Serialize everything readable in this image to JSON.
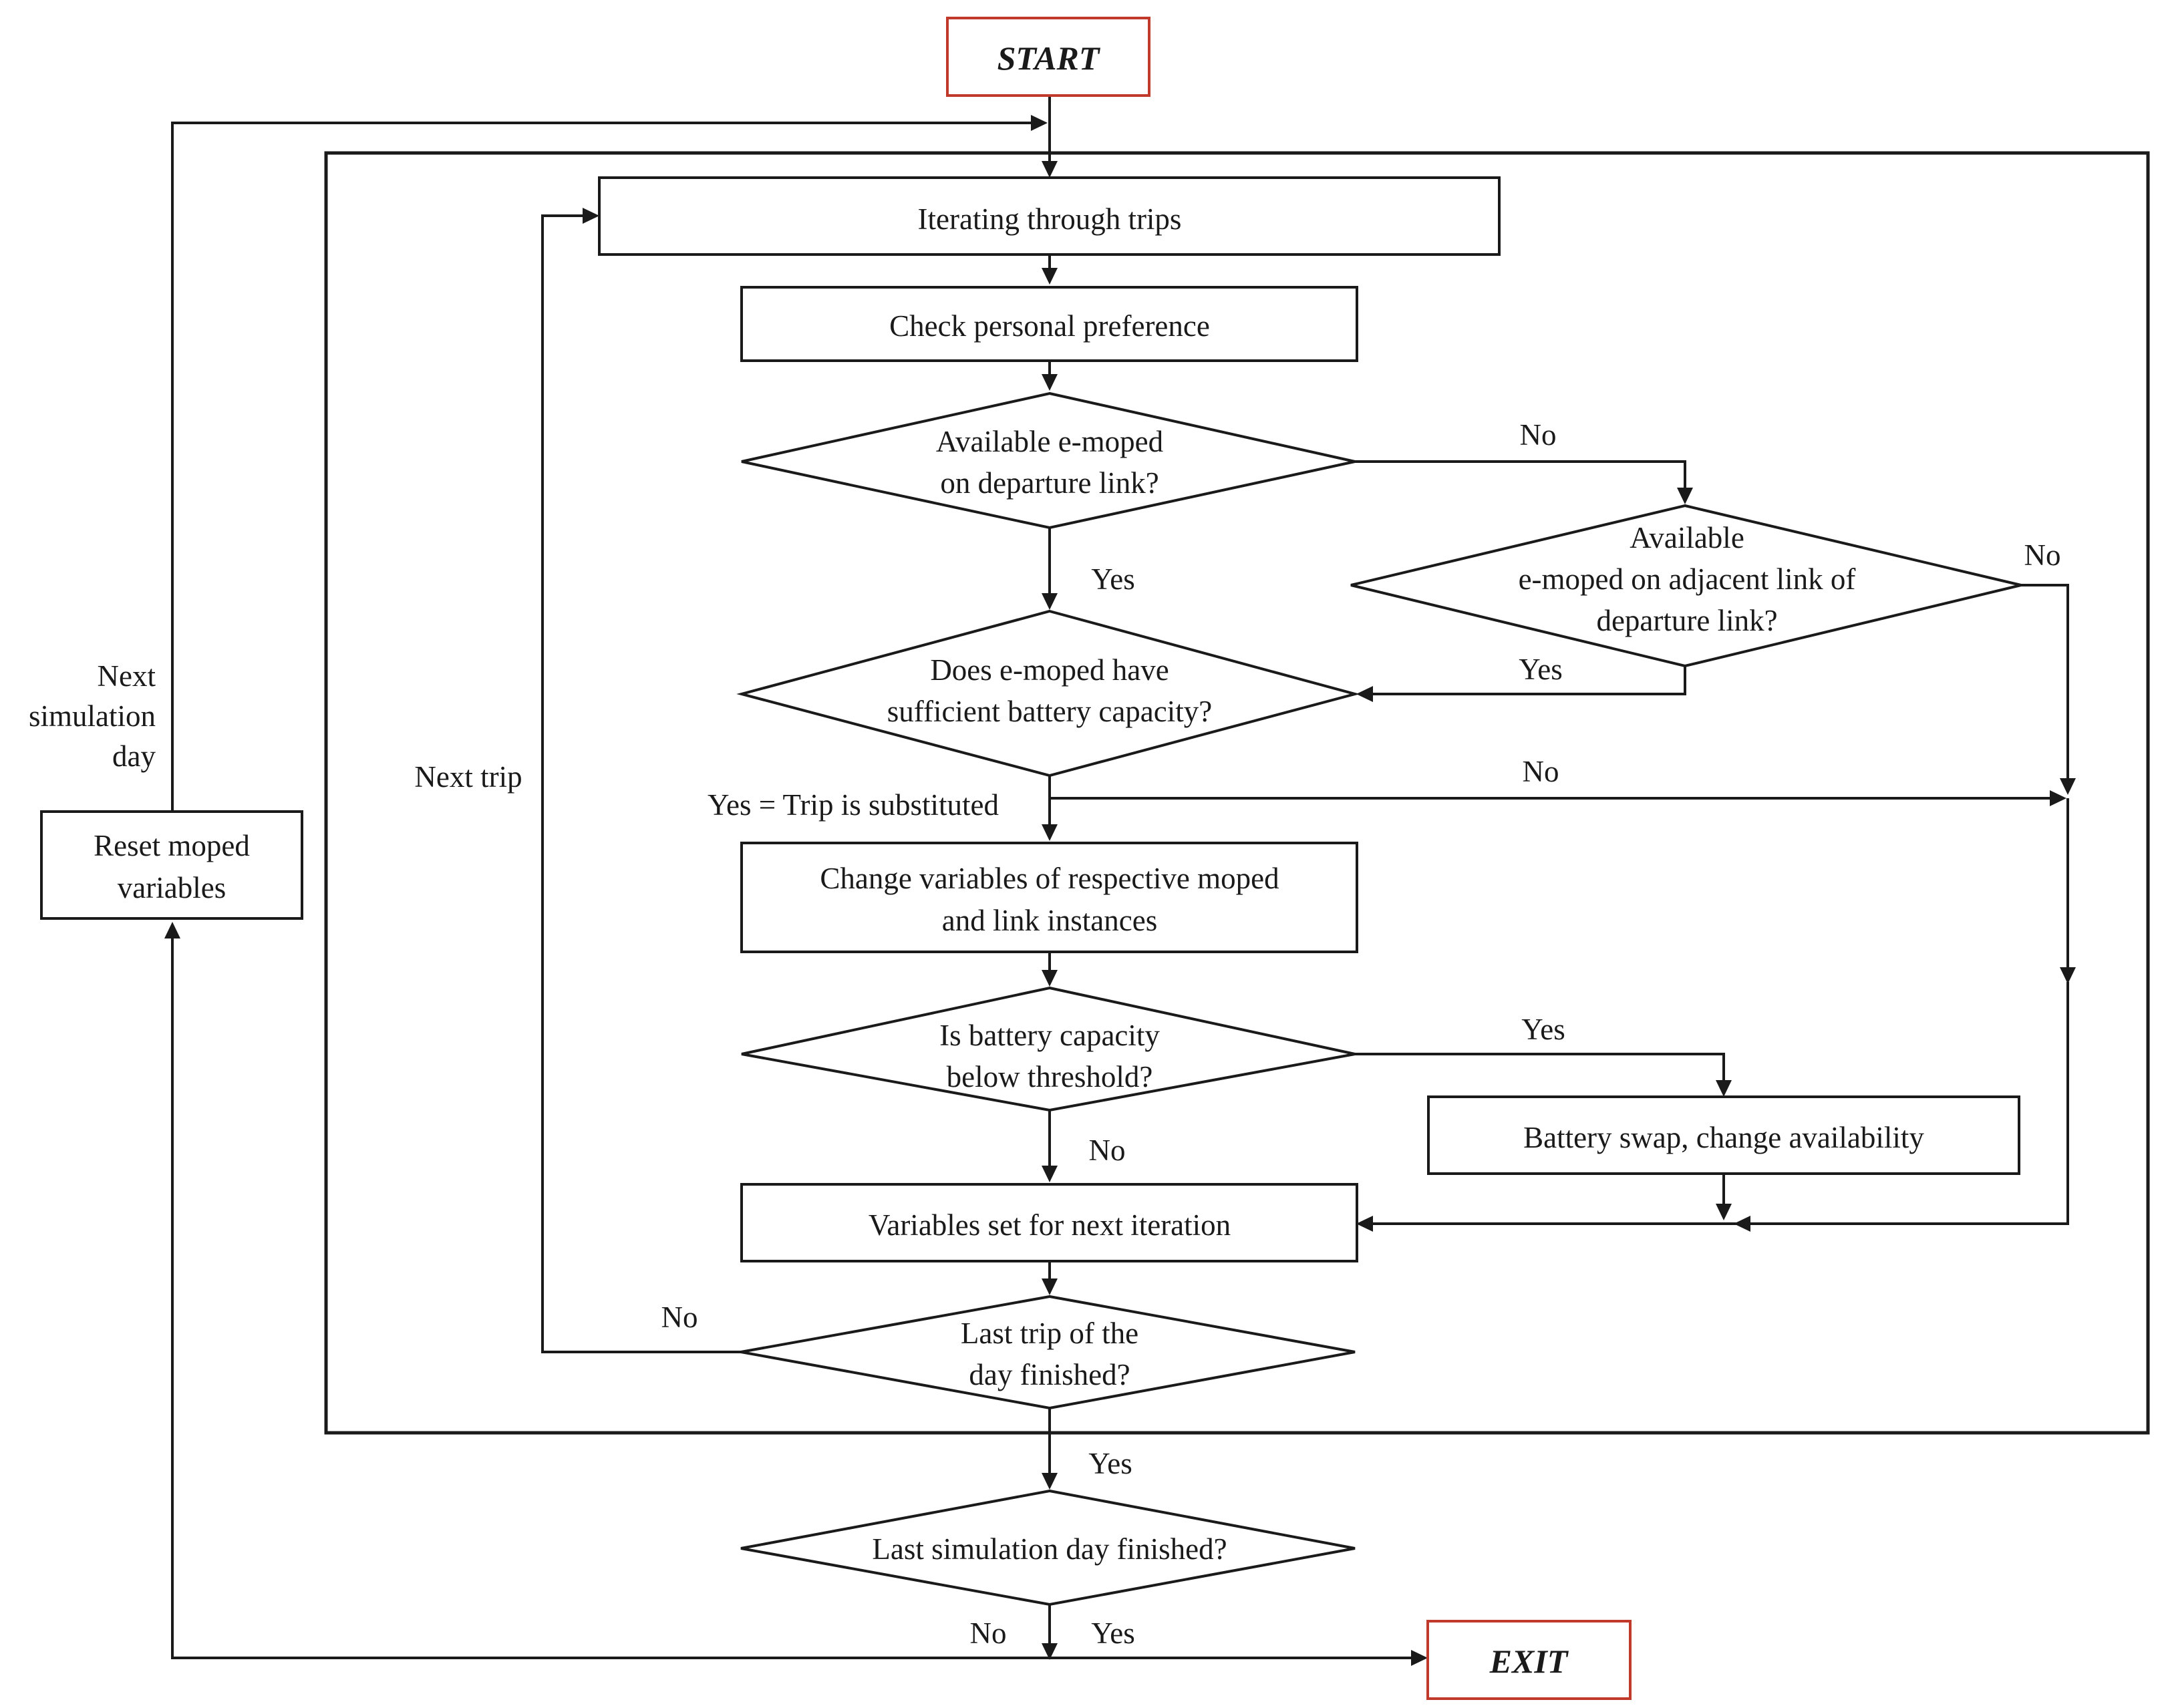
{
  "terminals": {
    "start": "START",
    "exit": "EXIT"
  },
  "boxes": {
    "iterating": "Iterating through trips",
    "check_pref": "Check personal preference",
    "change_vars": [
      "Change variables of respective moped",
      "and link instances"
    ],
    "battery_swap": "Battery swap, change availability",
    "vars_set": "Variables set for next iteration",
    "reset": [
      "Reset moped",
      "variables"
    ]
  },
  "decisions": {
    "avail_departure": [
      "Available e-moped",
      "on departure link?"
    ],
    "avail_adjacent": [
      "Available",
      "e-moped on adjacent link of",
      "departure link?"
    ],
    "battery_sufficient": [
      "Does e-moped have",
      "sufficient battery capacity?"
    ],
    "battery_below": [
      "Is battery capacity",
      "below threshold?"
    ],
    "last_trip": [
      "Last trip of the",
      "day finished?"
    ],
    "last_day": "Last simulation day finished?"
  },
  "labels": {
    "no_avail_departure": "No",
    "no_adjacent": "No",
    "yes_avail_departure": "Yes",
    "yes_adjacent": "Yes",
    "no_battery": "No",
    "yes_substituted": "Yes = Trip is substituted",
    "yes_below": "Yes",
    "no_below": "No",
    "no_last_trip": "No",
    "yes_last_trip": "Yes",
    "no_last_day": "No",
    "yes_last_day": "Yes",
    "next_trip": "Next trip",
    "next_day": [
      "Next",
      "simulation",
      "day"
    ]
  },
  "colors": {
    "terminal_border": "#c0392b",
    "line": "#1a1a1a"
  }
}
